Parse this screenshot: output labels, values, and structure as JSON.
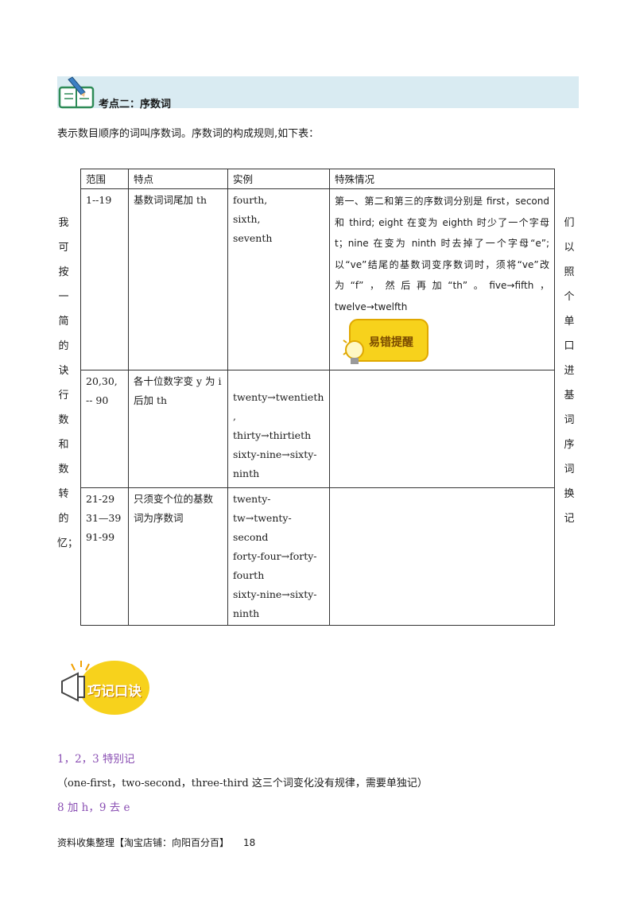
{
  "section": {
    "title": "考点二：序数词",
    "icon": "notebook-pencil-icon"
  },
  "intro": "表示数目顺序的词叫序数词。序数词的构成规则,如下表：",
  "side_left": [
    "我",
    "可",
    "按",
    "一",
    "简",
    "的",
    "诀",
    "行",
    "数",
    "和",
    "数",
    "转",
    "的",
    "忆；"
  ],
  "side_right": [
    "们",
    "以",
    "照",
    "个",
    "单",
    "口",
    "进",
    "基",
    "词",
    "序",
    "词",
    "换",
    "记"
  ],
  "table": {
    "headers": [
      "范围",
      "特点",
      "实例",
      "特殊情况"
    ],
    "rows": [
      {
        "range": [
          "1--19"
        ],
        "feature": "基数词词尾加 th",
        "examples": [
          "fourth,",
          "sixth,",
          "seventh"
        ],
        "special": "第一、第二和第三的序数词分别是 first，second 和 third; eight 在变为 eighth 时少了一个字母 t；nine 在变为 ninth 时去掉了一个字母“e”; 以“ve”结尾的基数词变序数词时，须将“ve”改为“f”，然后再加“th”。five→fifth，twelve→twelfth"
      },
      {
        "range": [
          "20,30,",
          "-- 90"
        ],
        "feature": "各十位数字变 y 为 i 后加 th",
        "examples": [
          "",
          "twenty→twentieth",
          ",",
          "thirty→thirtieth",
          "sixty-nine→sixty-",
          "ninth"
        ],
        "special": ""
      },
      {
        "range": [
          "21-29",
          "31—39",
          "91-99"
        ],
        "feature": "只须变个位的基数词为序数词",
        "examples": [
          "twenty-",
          "tw→twenty-second",
          "forty-four→forty-",
          "fourth",
          "sixty-nine→sixty-",
          "ninth"
        ],
        "special": ""
      }
    ]
  },
  "badge_warning": {
    "label": "易错提醒",
    "icon": "lightbulb-icon"
  },
  "badge_tip": {
    "label": "巧记口诀",
    "icon": "megaphone-icon"
  },
  "mnemonic": {
    "line1": "1，2，3 特别记",
    "line2": "（one-first，two-second，three-third 这三个词变化没有规律，需要单独记）",
    "line3": "8 加 h，9 去 e"
  },
  "footer": {
    "text": "资料收集整理【淘宝店铺：向阳百分百】",
    "page": "18"
  },
  "colors": {
    "band": "#d9ebf2",
    "accent_purple": "#8a4fb3",
    "badge_yellow": "#f7d21c"
  }
}
